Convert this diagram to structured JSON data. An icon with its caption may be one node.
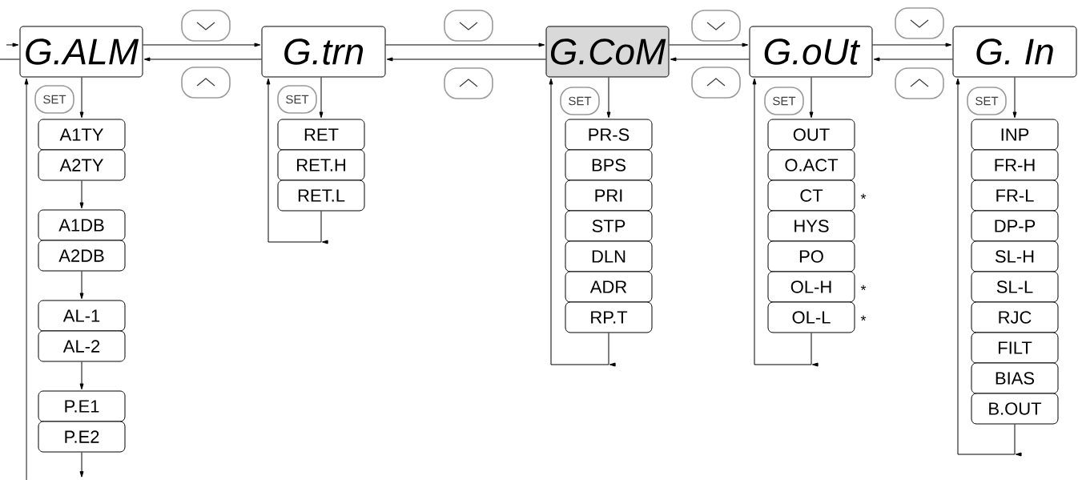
{
  "diagram": {
    "nodes": [
      {
        "text": [
          "G.ALM"
        ]
      },
      {
        "text": [
          "G.trn"
        ]
      },
      {
        "text": [
          "G.CoM"
        ]
      },
      {
        "text": [
          "G.oUt"
        ]
      },
      {
        "text": [
          "G. In"
        ]
      },
      {
        "text": [
          "A1TY"
        ]
      },
      {
        "text": [
          "A2TY"
        ]
      },
      {
        "text": [
          "A1DB"
        ]
      },
      {
        "text": [
          "A2DB"
        ]
      },
      {
        "text": [
          "AL-1"
        ]
      },
      {
        "text": [
          "AL-2"
        ]
      },
      {
        "text": [
          "P.E1"
        ]
      },
      {
        "text": [
          "P.E2"
        ]
      },
      {
        "text": [
          "RET"
        ]
      },
      {
        "text": [
          "RET.H"
        ]
      },
      {
        "text": [
          "RET.L"
        ]
      },
      {
        "text": [
          "PR-S"
        ]
      },
      {
        "text": [
          "BPS"
        ]
      },
      {
        "text": [
          "PRI"
        ]
      },
      {
        "text": [
          "STP"
        ]
      },
      {
        "text": [
          "DLN"
        ]
      },
      {
        "text": [
          "ADR"
        ]
      },
      {
        "text": [
          "RP.T"
        ]
      },
      {
        "text": [
          "OUT"
        ]
      },
      {
        "text": [
          "O.ACT"
        ]
      },
      {
        "text": [
          "CT"
        ],
        "beside": [
          "*"
        ]
      },
      {
        "text": [
          "HYS"
        ]
      },
      {
        "text": [
          "PO"
        ]
      },
      {
        "text": [
          "OL-H"
        ],
        "beside": [
          "*"
        ]
      },
      {
        "text": [
          "OL-L"
        ],
        "beside": [
          "*"
        ]
      },
      {
        "text": [
          "INP"
        ]
      },
      {
        "text": [
          "FR-H"
        ]
      },
      {
        "text": [
          "FR-L"
        ]
      },
      {
        "text": [
          "DP-P"
        ]
      },
      {
        "text": [
          "SL-H"
        ]
      },
      {
        "text": [
          "SL-L"
        ]
      },
      {
        "text": [
          "RJC"
        ]
      },
      {
        "text": [
          "FILT"
        ]
      },
      {
        "text": [
          "BIAS"
        ]
      },
      {
        "text": [
          "B.OUT"
        ]
      }
    ],
    "edges": [
      {
        "from": null,
        "to": 0,
        "arrow": "to"
      },
      {
        "from": 0,
        "to": null,
        "arrow": "none"
      },
      {
        "from": 0,
        "to": 1,
        "arrow": "to"
      },
      {
        "from": 1,
        "to": 0,
        "arrow": "to"
      },
      {
        "from": 1,
        "to": 2,
        "arrow": "to"
      },
      {
        "from": 2,
        "to": 1,
        "arrow": "to"
      },
      {
        "from": 2,
        "to": 3,
        "arrow": "to"
      },
      {
        "from": 3,
        "to": 2,
        "arrow": "to"
      },
      {
        "from": 3,
        "to": 4,
        "arrow": "to"
      },
      {
        "from": 4,
        "to": 3,
        "arrow": "to"
      },
      {
        "from": 0,
        "to": 5,
        "arrow": "to"
      },
      {
        "from": 6,
        "to": 7,
        "arrow": "to"
      },
      {
        "from": 8,
        "to": 9,
        "arrow": "to"
      },
      {
        "from": 10,
        "to": 11,
        "arrow": "to"
      },
      {
        "from": 12,
        "to": null,
        "arrow": "to"
      },
      {
        "from": null,
        "to": 0,
        "arrow": "to"
      },
      {
        "from": 1,
        "to": 13,
        "arrow": "to"
      },
      {
        "from": 15,
        "to": 1,
        "arrow": "to"
      },
      {
        "from": 2,
        "to": 16,
        "arrow": "to"
      },
      {
        "from": 22,
        "to": 2,
        "arrow": "to"
      },
      {
        "from": 3,
        "to": 23,
        "arrow": "to"
      },
      {
        "from": 29,
        "to": 3,
        "arrow": "to"
      },
      {
        "from": 4,
        "to": 30,
        "arrow": "to"
      },
      {
        "from": 39,
        "to": 4,
        "arrow": "to"
      }
    ],
    "labels": [
      "SET",
      "SET",
      "SET",
      "SET",
      "SET"
    ]
  }
}
